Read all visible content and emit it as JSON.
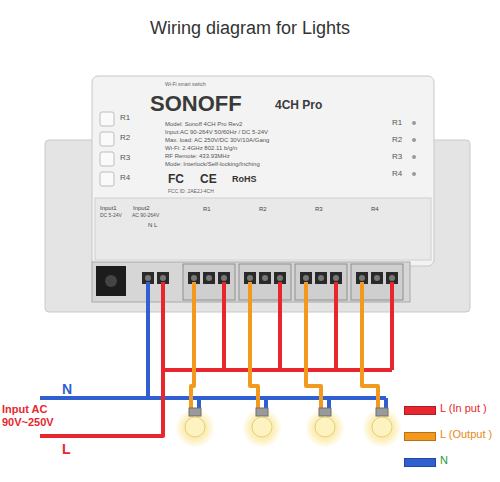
{
  "diagram": {
    "title": "Wiring diagram for Lights",
    "nodes": [
      {
        "text": [
          "Wi-Fi smart switch",
          "SONOFF",
          "4CH Pro",
          "Model: Sonoff 4CH Pro Rev2",
          "Input:AC 90-264V 50/60Hz / DC 5-24V",
          "Max. load: AC 250V/DC 30V/10A/Gang",
          "Wi-Fi: 2.4GHz 802.11 b/g/n",
          "RF Remote: 433.93MHz",
          "Mode: Interlock/Self-locking/Inching",
          "FC",
          "CE",
          "RoHS",
          "FCC ID: 2AE2J-4CH",
          "R1",
          "R2",
          "R3",
          "R4",
          "R1",
          "R2",
          "R3",
          "R4",
          "Input1",
          "DC 5-24V",
          "Input2",
          "AC 90-264V",
          "N L",
          "R1",
          "R2",
          "R3",
          "R4"
        ]
      }
    ],
    "labels": [
      "N",
      "Input AC 90V~250V",
      "L"
    ],
    "legend": [
      {
        "text": "L (In put )",
        "color": "#e8262e"
      },
      {
        "text": "L (Output )",
        "color": "#f39a1e"
      },
      {
        "text": "N",
        "color": "#2f5fd0"
      }
    ]
  }
}
